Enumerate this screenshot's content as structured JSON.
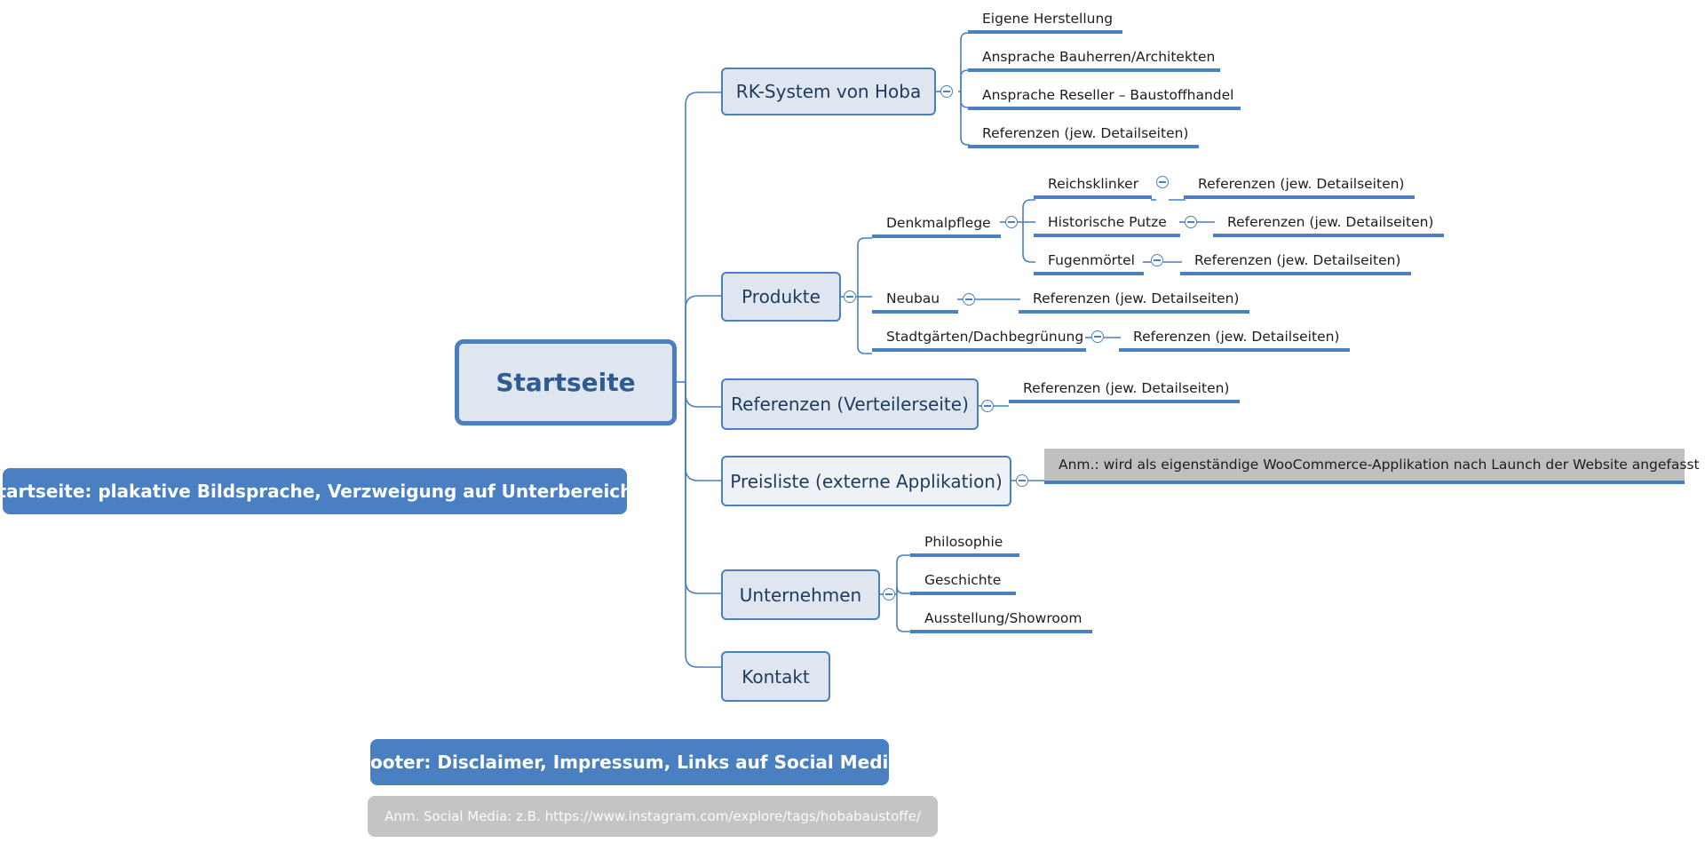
{
  "root": {
    "label": "Startseite"
  },
  "branches": {
    "rk": {
      "label": "RK-System von Hoba",
      "children": [
        "Eigene Herstellung",
        "Ansprache Bauherren/Architekten",
        "Ansprache Reseller – Baustoffhandel",
        "Referenzen (jew. Detailseiten)"
      ]
    },
    "produkte": {
      "label": "Produkte",
      "denkmalpflege": {
        "label": "Denkmalpflege",
        "reichsklinker": "Reichsklinker",
        "reichsklinker_ref": "Referenzen (jew. Detailseiten)",
        "putze": "Historische Putze",
        "putze_ref": "Referenzen (jew. Detailseiten)",
        "fugen": "Fugenmörtel",
        "fugen_ref": "Referenzen (jew. Detailseiten)"
      },
      "neubau": {
        "label": "Neubau",
        "ref": "Referenzen (jew. Detailseiten)"
      },
      "stadt": {
        "label": "Stadtgärten/Dachbegrünung",
        "ref": "Referenzen (jew. Detailseiten)"
      }
    },
    "referenzen": {
      "label": "Referenzen (Verteilerseite)",
      "child": "Referenzen (jew. Detailseiten)"
    },
    "preisliste": {
      "label": "Preisliste (externe Applikation)",
      "note": "Anm.: wird als eigenständige WooCommerce-Applikation nach Launch der Website angefasst"
    },
    "unternehmen": {
      "label": "Unternehmen",
      "children": [
        "Philosophie",
        "Geschichte",
        "Ausstellung/Showroom"
      ]
    },
    "kontakt": {
      "label": "Kontakt"
    }
  },
  "callouts": {
    "startseite": "Startseite: plakative Bildsprache, Verzweigung auf Unterbereiche",
    "footer": "Footer: Disclaimer, Impressum, Links auf Social Media",
    "social": "Anm. Social Media: z.B. https://www.instagram.com/explore/tags/hobabaustoffe/"
  },
  "colors": {
    "accent": "#4a7fc1",
    "node_fill": "#dfe6ef",
    "note_fill": "#c0c0c0",
    "callout_grey": "#c4c4c4"
  },
  "icons": {
    "toggle": "collapse-toggle-icon"
  }
}
